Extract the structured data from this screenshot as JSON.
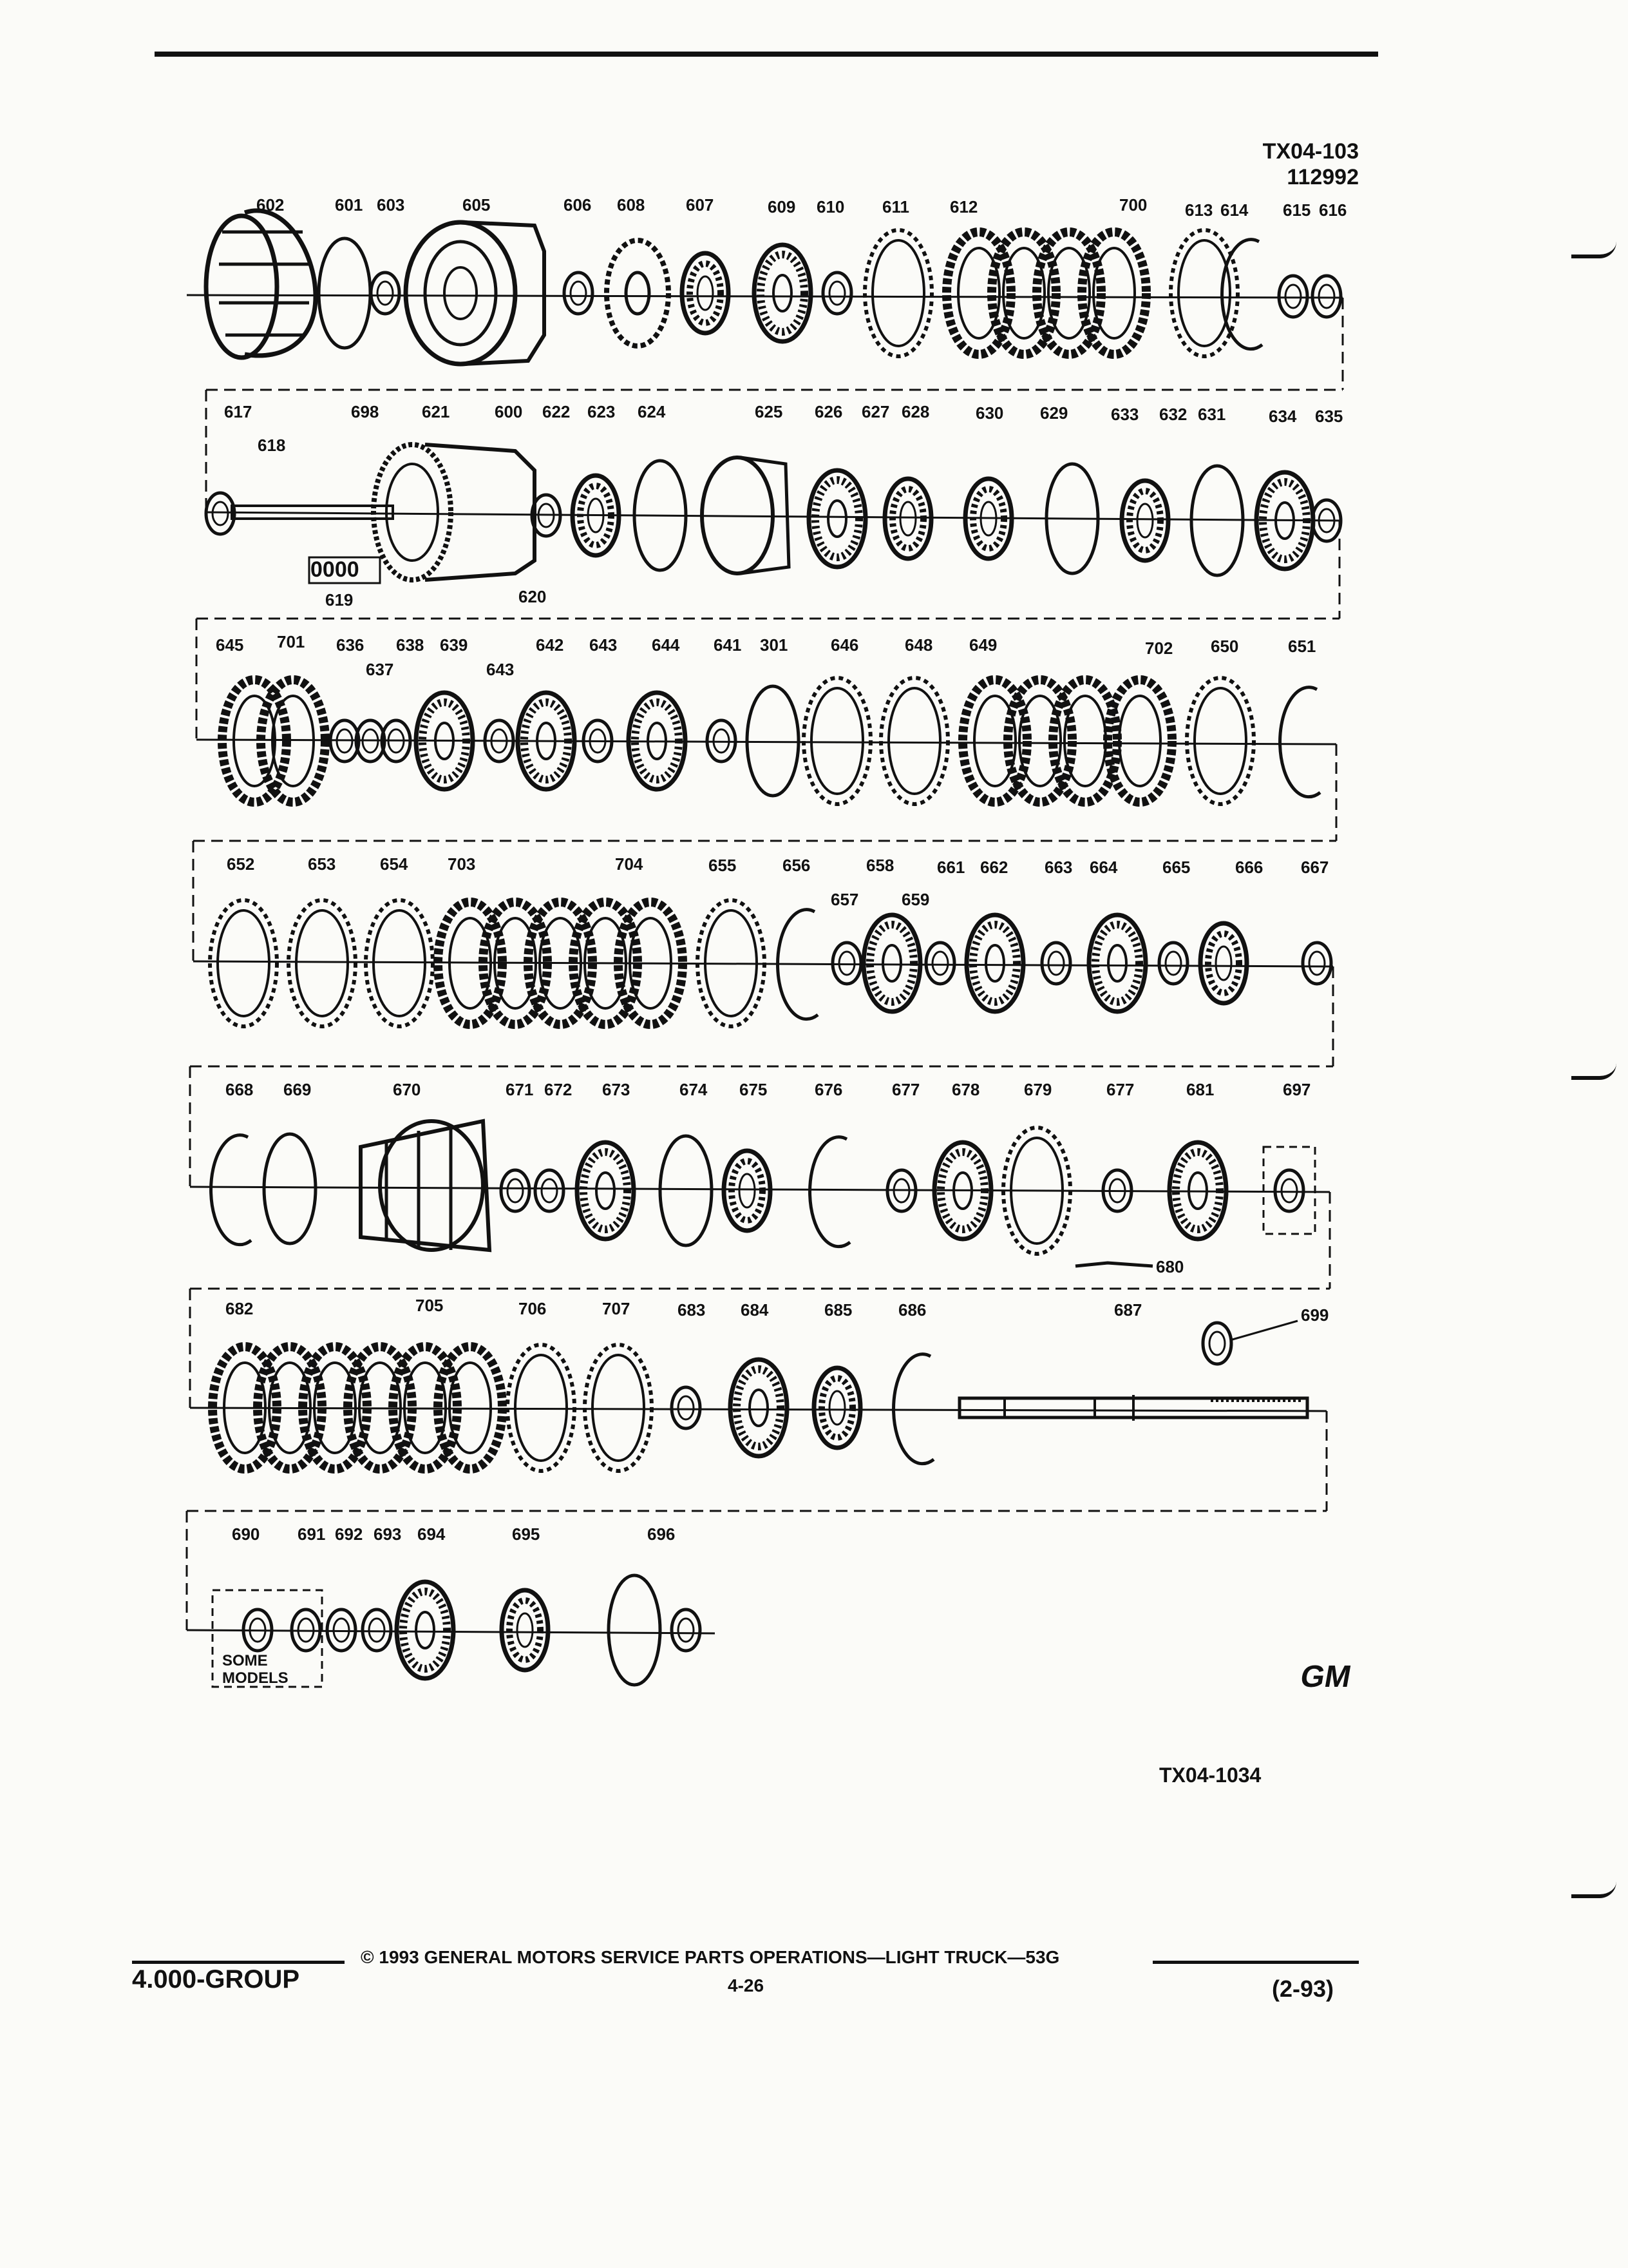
{
  "figure_id": "TX04-103",
  "figure_date": "112992",
  "figure_ref_bottom": "TX04-1034",
  "note_some_models": [
    "SOME",
    "MODELS"
  ],
  "code_0000": "0000",
  "logo_text": "GM",
  "footer": {
    "group": "4.000-GROUP",
    "copyright": "© 1993 GENERAL MOTORS SERVICE PARTS OPERATIONS—LIGHT TRUCK—53G",
    "page": "4-26",
    "date": "(2-93)"
  },
  "rows": [
    [
      "602",
      "601",
      "603",
      "605",
      "606",
      "608",
      "607",
      "609",
      "610",
      "611",
      "612",
      "700",
      "613",
      "614",
      "615",
      "616"
    ],
    [
      "617",
      "618",
      "698",
      "621",
      "600",
      "622",
      "623",
      "624",
      "625",
      "626",
      "627",
      "628",
      "630",
      "629",
      "633",
      "632",
      "631",
      "634",
      "635",
      "619",
      "620"
    ],
    [
      "645",
      "701",
      "636",
      "637",
      "638",
      "639",
      "643",
      "642",
      "643",
      "644",
      "641",
      "301",
      "646",
      "648",
      "649",
      "702",
      "650",
      "651"
    ],
    [
      "652",
      "653",
      "654",
      "703",
      "704",
      "655",
      "656",
      "657",
      "658",
      "659",
      "661",
      "662",
      "663",
      "664",
      "665",
      "666",
      "667"
    ],
    [
      "668",
      "669",
      "670",
      "671",
      "672",
      "673",
      "674",
      "675",
      "676",
      "677",
      "678",
      "679",
      "677",
      "681",
      "697",
      "680"
    ],
    [
      "682",
      "705",
      "706",
      "707",
      "683",
      "684",
      "685",
      "686",
      "687",
      "699"
    ],
    [
      "690",
      "691",
      "692",
      "693",
      "694",
      "695",
      "696"
    ]
  ]
}
